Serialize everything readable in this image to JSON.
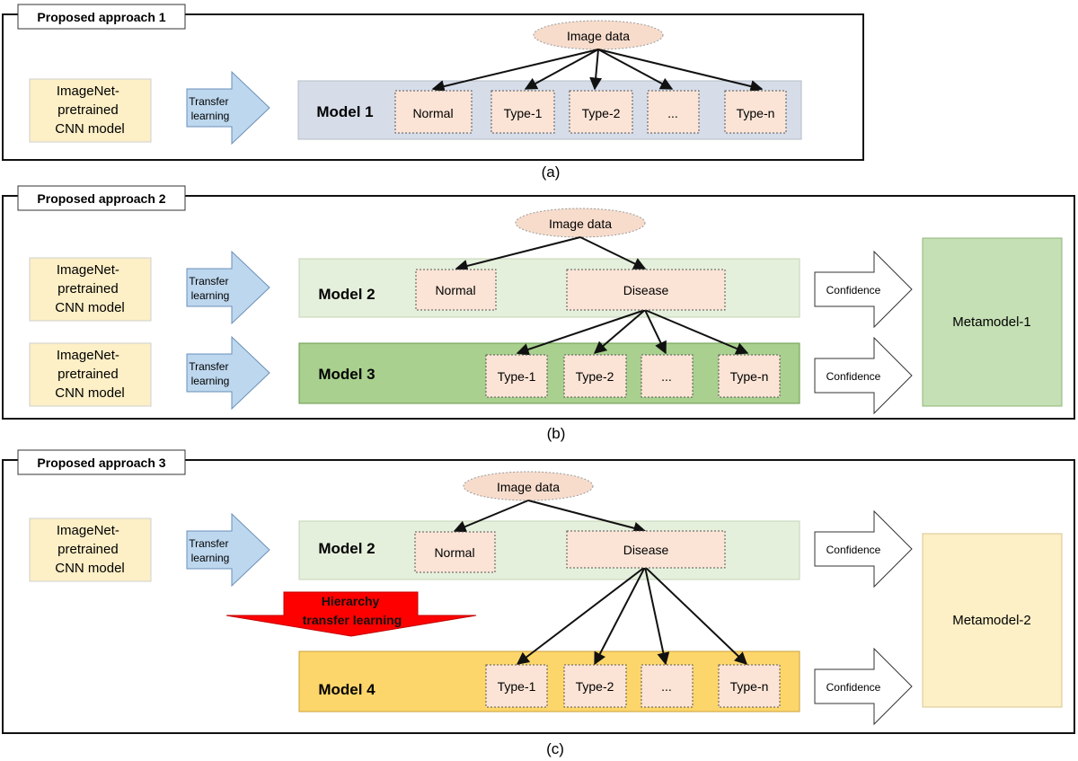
{
  "common": {
    "imagenet": [
      "ImageNet-",
      "pretrained",
      "CNN model"
    ],
    "transfer": [
      "Transfer",
      "learning"
    ],
    "image_data": "Image data",
    "normal": "Normal",
    "disease": "Disease",
    "types": [
      "Type-1",
      "Type-2",
      "...",
      "Type-n"
    ],
    "confidence": "Confidence"
  },
  "panel_a": {
    "title": "Proposed approach 1",
    "model1": "Model 1",
    "caption": "(a)"
  },
  "panel_b": {
    "title": "Proposed approach 2",
    "model2": "Model 2",
    "model3": "Model 3",
    "meta": "Metamodel-1",
    "caption": "(b)"
  },
  "panel_c": {
    "title": "Proposed approach 3",
    "model2": "Model 2",
    "model4": "Model 4",
    "hier": [
      "Hierarchy",
      "transfer learning"
    ],
    "meta": "Metamodel-2",
    "caption": "(c)"
  },
  "colors": {
    "cnn_fill": "#fdefc6",
    "ellipse_fill": "#f7dccc",
    "class_fill": "#fbe4d6",
    "model1_fill": "#d6dde9",
    "model2_fill": "#e5f0dc",
    "model3_fill": "#a9d08e",
    "model4_fill": "#fdd66b",
    "meta1_fill": "#c5e0b4",
    "meta2_fill": "#fdefc6",
    "transfer_arrow": "#bdd7ee",
    "hier_arrow": "#ff0000"
  }
}
